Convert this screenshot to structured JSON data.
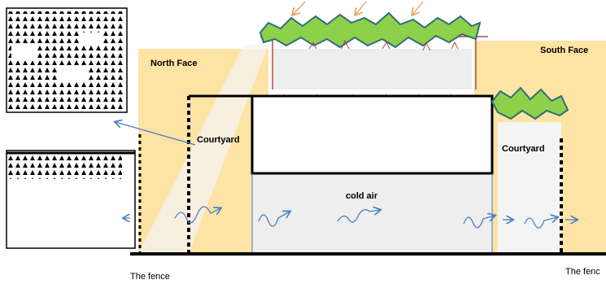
{
  "labels": {
    "north_face": "North Face",
    "south_face": "South Face",
    "courtyard_left": "Courtyard",
    "courtyard_right": "Courtyard",
    "cold_air": "cold air",
    "fence_left": "The fence",
    "fence_right": "The fenc"
  },
  "colors": {
    "sun_zone": "#fde4a4",
    "building_fill": "#eeeeee",
    "green_roof": "#8ed04a",
    "green_outline": "#2f6e7a",
    "air_arrow": "#4a7ec4",
    "sun_arrow": "#e8a060",
    "roof_post": "#b5484c"
  }
}
